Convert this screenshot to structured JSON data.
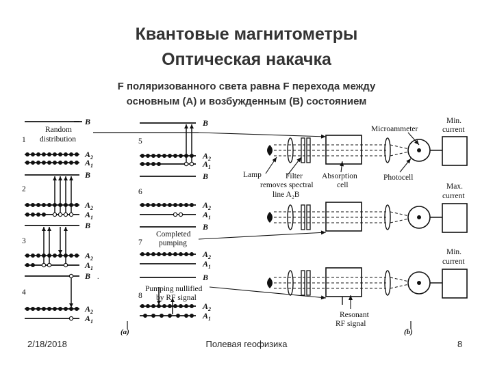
{
  "slide": {
    "title_line1": "Квантовые магнитометры",
    "title_line2": "Оптическая накачка",
    "subtitle_line1": "F поляризованного света равна F перехода между",
    "subtitle_line2": "основным (А) и возбужденным (В) состоянием"
  },
  "footer": {
    "date": "2/18/2018",
    "center": "Полевая геофизика",
    "page": "8"
  },
  "diagram_a": {
    "panel_label": "(a)",
    "random_distribution": [
      "Random",
      "distribution"
    ],
    "completed_pumping": [
      "Completed",
      "pumping"
    ],
    "pumping_nullified": [
      "Pumping nullified",
      "by RF signal"
    ],
    "step_numbers": [
      "1",
      "2",
      "3",
      "4",
      "5",
      "6",
      "7",
      "8"
    ],
    "level_B": "B",
    "level_A2": "A",
    "level_A1": "A",
    "sub_2": "2",
    "sub_1": "1"
  },
  "diagram_b": {
    "panel_label": "(b)",
    "lamp": "Lamp",
    "filter": [
      "Filter",
      "removes spectral",
      "line A₂B"
    ],
    "absorption_cell": [
      "Absorption",
      "cell"
    ],
    "photocell": "Photocell",
    "microammeter": "Microammeter",
    "min_current": [
      "Min.",
      "current"
    ],
    "max_current": [
      "Max.",
      "current"
    ],
    "resonant_rf": [
      "Resonant",
      "RF signal"
    ]
  }
}
